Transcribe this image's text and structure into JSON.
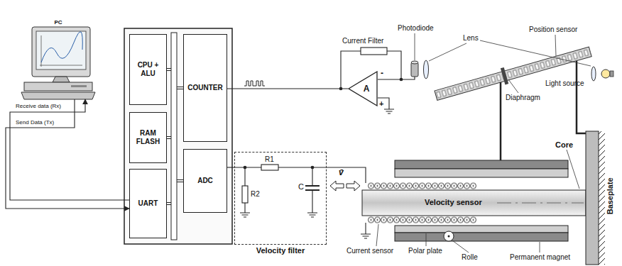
{
  "diagram": {
    "nodes": [
      {
        "text": [
          "PC"
        ]
      },
      {
        "text": [
          "CPU + ALU"
        ]
      },
      {
        "text": [
          "RAM FLASH"
        ]
      },
      {
        "text": [
          "UART"
        ]
      },
      {
        "text": [
          "COUNTER"
        ]
      },
      {
        "text": [
          "ADC"
        ]
      },
      {
        "text": [
          "A"
        ]
      },
      {
        "text": [
          "Velocity filter"
        ]
      }
    ],
    "edges": [
      {
        "from": 3,
        "to": 0,
        "arrow": "to",
        "label": "Receive data (Rx)"
      },
      {
        "from": 0,
        "to": 3,
        "arrow": "to",
        "label": "Send Data (Tx)"
      },
      {
        "from": 6,
        "to": 4,
        "arrow": "none"
      },
      {
        "from": 7,
        "to": 5,
        "arrow": "none"
      }
    ],
    "labels": [
      "Current Filter",
      "Photodiode",
      "Lens",
      "Position sensor",
      "Light source",
      "-",
      "+",
      "Diaphragm",
      "Core",
      "Baseplate",
      "R1",
      "R2",
      "C",
      "v̄",
      "Velocity sensor",
      "Current sensor",
      "Polar plate",
      "Rolle",
      "Permanent magnet"
    ]
  }
}
